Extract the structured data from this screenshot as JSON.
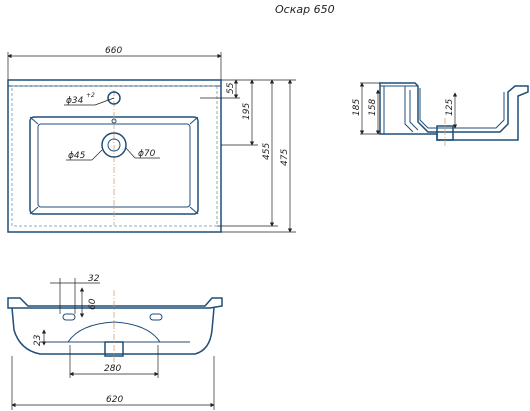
{
  "title": "Оскар 650",
  "top_view": {
    "width": "660",
    "dim_top": "55",
    "dim_mid": "195",
    "dim_inner": "455",
    "dim_outer": "475",
    "tap_hole": "ϕ34",
    "tap_hole_tol": "+2",
    "drain_inner": "ϕ45",
    "drain_outer": "ϕ70"
  },
  "side_view": {
    "h_outer": "185",
    "h_mid": "158",
    "h_inner": "125"
  },
  "front_view": {
    "dim_32": "32",
    "dim_60": "60",
    "dim_23": "23",
    "dim_280": "280",
    "dim_620": "620"
  },
  "colors": {
    "outline": "#1f4e79",
    "centerline": "#d9a066",
    "dimension": "#222222"
  }
}
